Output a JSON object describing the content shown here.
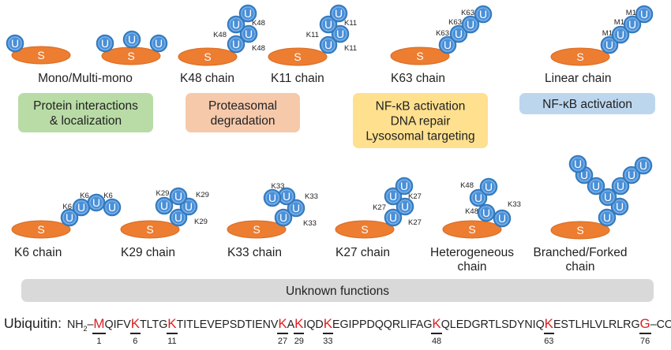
{
  "symbols": {
    "substrate": "S",
    "ubiquitin": "U"
  },
  "colors": {
    "substrate": "#ed7d31",
    "ubiquitin": "#4a90d9",
    "ubiquitin_stroke": "#2e75b6",
    "red_residue": "#e02020"
  },
  "diagrams": [
    {
      "label": [
        "Mono/Multi-mono"
      ],
      "links": []
    },
    {
      "label": [
        "K48 chain"
      ],
      "links": [
        "K48",
        "K48",
        "K48"
      ]
    },
    {
      "label": [
        "K11 chain"
      ],
      "links": [
        "K11",
        "K11",
        "K11"
      ]
    },
    {
      "label": [
        "K63 chain"
      ],
      "links": [
        "K63",
        "K63",
        "K63"
      ]
    },
    {
      "label": [
        "Linear chain"
      ],
      "links": [
        "M1",
        "M1",
        "M1"
      ]
    },
    {
      "label": [
        "K6 chain"
      ],
      "links": [
        "K6",
        "K6",
        "K6"
      ]
    },
    {
      "label": [
        "K29 chain"
      ],
      "links": [
        "K29",
        "K29",
        "K29"
      ]
    },
    {
      "label": [
        "K33 chain"
      ],
      "links": [
        "K33",
        "K33",
        "K33"
      ]
    },
    {
      "label": [
        "K27 chain"
      ],
      "links": [
        "K27",
        "K27",
        "K27"
      ]
    },
    {
      "label": [
        "Heterogeneous",
        "chain"
      ],
      "links": [
        "K48",
        "K48",
        "K33"
      ]
    },
    {
      "label": [
        "Branched/Forked",
        "chain"
      ],
      "links": []
    }
  ],
  "functions": [
    {
      "lines": [
        "Protein interactions",
        "& localization"
      ],
      "color": "#b9dca6"
    },
    {
      "lines": [
        "Proteasomal",
        "degradation"
      ],
      "color": "#f6c9ab"
    },
    {
      "lines": [
        "NF-κB activation",
        "DNA repair",
        "Lysosomal targeting"
      ],
      "color": "#fee08f"
    },
    {
      "lines": [
        "NF-κB activation"
      ],
      "color": "#bcd6ee"
    },
    {
      "lines": [
        "Unknown functions"
      ],
      "color": "#d9d9d9"
    }
  ],
  "sequence": {
    "title": "Ubiquitin:",
    "segments": [
      {
        "text": "NH"
      },
      {
        "text": "2",
        "sub": true
      },
      {
        "text": "–"
      },
      {
        "text": "M",
        "site": "1"
      },
      {
        "text": "QIFV"
      },
      {
        "text": "K",
        "site": "6"
      },
      {
        "text": "TLTG"
      },
      {
        "text": "K",
        "site": "11"
      },
      {
        "text": "TITLEVEPSDTIENV"
      },
      {
        "text": "K",
        "site": "27"
      },
      {
        "text": "A"
      },
      {
        "text": "K",
        "site": "29"
      },
      {
        "text": "IQD"
      },
      {
        "text": "K",
        "site": "33"
      },
      {
        "text": "EGIPPDQQRLIFAG"
      },
      {
        "text": "K",
        "site": "48"
      },
      {
        "text": "QLEDGRTLSDYNIQ"
      },
      {
        "text": "K",
        "site": "63"
      },
      {
        "text": "ESTLHLVLRLRG"
      },
      {
        "text": "G",
        "site": "76"
      },
      {
        "text": "–COOH"
      }
    ]
  }
}
